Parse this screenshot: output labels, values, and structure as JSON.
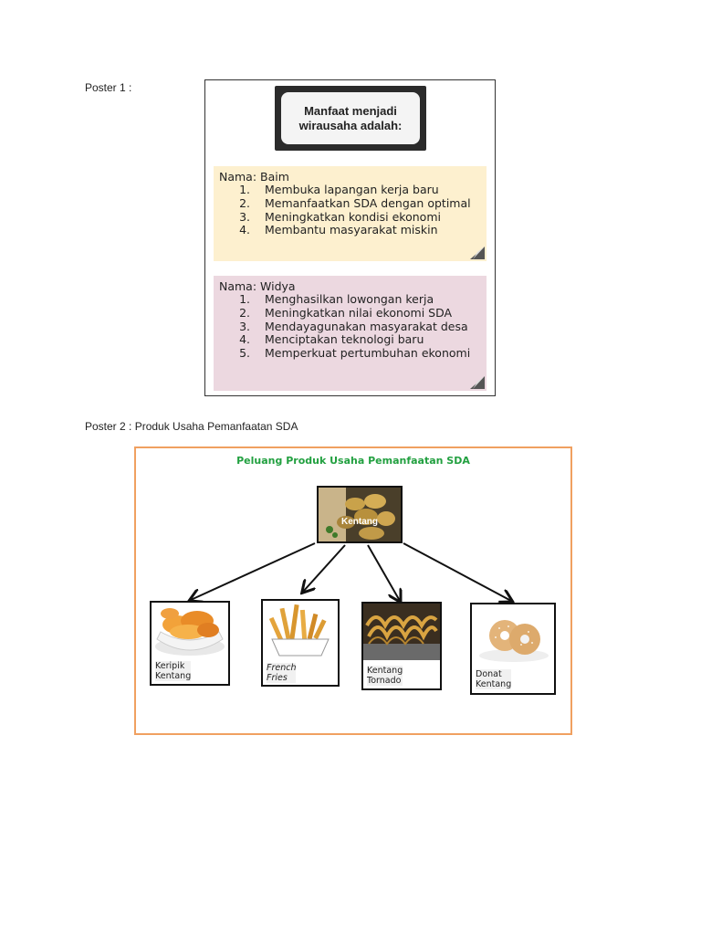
{
  "captions": {
    "poster1": "Poster 1 :",
    "poster2": "Poster 2 : Produk Usaha Pemanfaatan SDA"
  },
  "poster1": {
    "title": "Manfaat menjadi wirausaha adalah:",
    "notes": [
      {
        "name": "Nama: Baim",
        "color": "#fdf0cf",
        "items": [
          {
            "num": "1.",
            "text": "Membuka lapangan kerja baru"
          },
          {
            "num": "2.",
            "text": "Memanfaatkan SDA dengan optimal"
          },
          {
            "num": "3.",
            "text": "Meningkatkan kondisi ekonomi"
          },
          {
            "num": "4.",
            "text": "Membantu masyarakat miskin"
          }
        ]
      },
      {
        "name": "Nama: Widya",
        "color": "#ecd8e0",
        "items": [
          {
            "num": "1.",
            "text": "Menghasilkan lowongan kerja"
          },
          {
            "num": "2.",
            "text": "Meningkatkan nilai ekonomi SDA"
          },
          {
            "num": "3.",
            "text": "Mendayagunakan masyarakat desa"
          },
          {
            "num": "4.",
            "text": "Menciptakan teknologi baru"
          },
          {
            "num": "5.",
            "text": "Memperkuat pertumbuhan ekonomi"
          }
        ]
      }
    ]
  },
  "poster2": {
    "title": "Peluang Produk Usaha Pemanfaatan SDA",
    "border_color": "#f0a060",
    "title_color": "#22a040",
    "center": {
      "label": "Kentang",
      "image": "potatoes-image"
    },
    "products": [
      {
        "line1": "Keripik",
        "line2": "Kentang",
        "image": "potato-chips-image"
      },
      {
        "line1": "French",
        "line2": "Fries",
        "image": "french-fries-image"
      },
      {
        "line1": "Kentang",
        "line2": "Tornado",
        "image": "tornado-potato-image"
      },
      {
        "line1": "Donat",
        "line2": "Kentang",
        "image": "potato-donut-image"
      }
    ]
  }
}
